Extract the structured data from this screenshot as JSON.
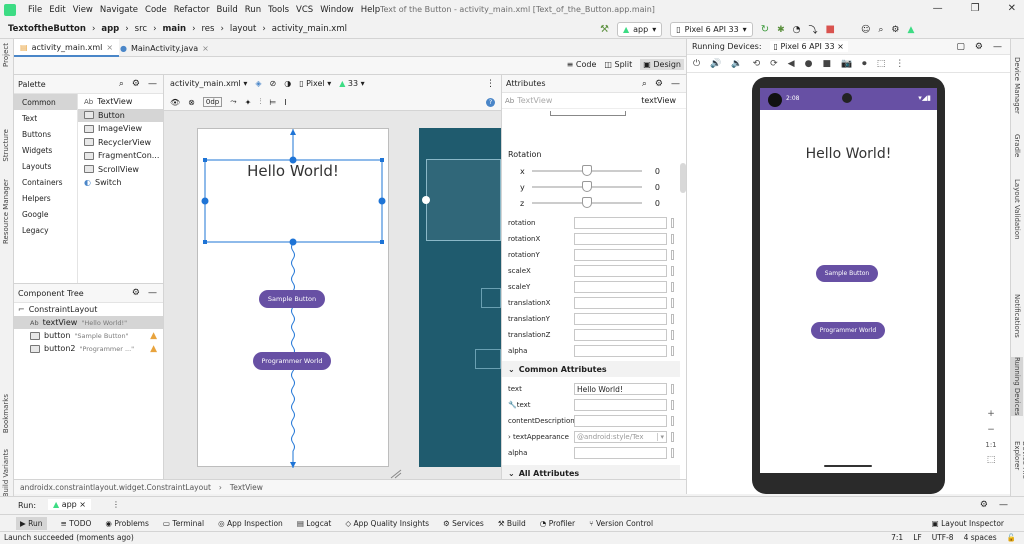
{
  "window": {
    "title": "Text of the Button - activity_main.xml [Text_of_the_Button.app.main]"
  },
  "menu": [
    "File",
    "Edit",
    "View",
    "Navigate",
    "Code",
    "Refactor",
    "Build",
    "Run",
    "Tools",
    "VCS",
    "Window",
    "Help"
  ],
  "breadcrumbs": [
    "TextoftheButton",
    "app",
    "src",
    "main",
    "res",
    "layout",
    "activity_main.xml"
  ],
  "toolbar": {
    "run_config": "app",
    "device": "Pixel 6 API 33"
  },
  "editor_tabs": [
    "activity_main.xml",
    "MainActivity.java"
  ],
  "view_modes": [
    "Code",
    "Split",
    "Design"
  ],
  "palette": {
    "title": "Palette",
    "categories": [
      "Common",
      "Text",
      "Buttons",
      "Widgets",
      "Layouts",
      "Containers",
      "Helpers",
      "Google",
      "Legacy"
    ],
    "items": [
      "TextView",
      "Button",
      "ImageView",
      "RecyclerView",
      "FragmentCon...",
      "ScrollView",
      "Switch"
    ]
  },
  "design_toolbar": {
    "file": "activity_main.xml",
    "device": "Pixel",
    "api": "33",
    "margin": "0dp"
  },
  "component_tree": {
    "title": "Component Tree",
    "root": "ConstraintLayout",
    "nodes": [
      {
        "type": "Ab",
        "id": "textView",
        "hint": "\"Hello World!\""
      },
      {
        "type": "btn",
        "id": "button",
        "hint": "\"Sample Button\""
      },
      {
        "type": "btn",
        "id": "button2",
        "hint": "\"Programmer ...\""
      }
    ]
  },
  "preview": {
    "hello": "Hello World!",
    "btn1": "Sample Button",
    "btn2": "Programmer World"
  },
  "attributes": {
    "title": "Attributes",
    "widget_hint": "TextView",
    "widget_id": "textView",
    "rotation_label": "Rotation",
    "axes": [
      "x",
      "y",
      "z"
    ],
    "axis_values": [
      "0",
      "0",
      "0"
    ],
    "transform_rows": [
      "rotation",
      "rotationX",
      "rotationY",
      "scaleX",
      "scaleY",
      "translationX",
      "translationY",
      "translationZ",
      "alpha"
    ],
    "common_title": "Common Attributes",
    "common": [
      {
        "label": "text",
        "value": "Hello World!"
      },
      {
        "label": "text",
        "value": ""
      },
      {
        "label": "contentDescription",
        "value": ""
      },
      {
        "label": "textAppearance",
        "value": "@android:style/Tex"
      },
      {
        "label": "alpha",
        "value": ""
      }
    ],
    "all_title": "All Attributes"
  },
  "status_crumb": [
    "androidx.constraintlayout.widget.ConstraintLayout",
    "TextView"
  ],
  "running": {
    "title": "Running Devices:",
    "device_tab": "Pixel 6 API 33",
    "time": "2:08",
    "hello": "Hello World!",
    "btn1": "Sample Button",
    "btn2": "Programmer World",
    "zoom_ratio": "1:1"
  },
  "run_bar": {
    "label": "Run:",
    "config": "app"
  },
  "bottom_tools": [
    "Run",
    "TODO",
    "Problems",
    "Terminal",
    "App Inspection",
    "Logcat",
    "App Quality Insights",
    "Services",
    "Build",
    "Profiler",
    "Version Control",
    "Layout Inspector"
  ],
  "status": {
    "message": "Launch succeeded (moments ago)",
    "position": "7:1",
    "line_sep": "LF",
    "encoding": "UTF-8",
    "indent": "4 spaces"
  },
  "left_tools": [
    "Project",
    "Structure",
    "Resource Manager",
    "Bookmarks",
    "Build Variants"
  ],
  "right_tools": [
    "Device Manager",
    "Gradle",
    "Layout Validation",
    "Notifications",
    "Running Devices",
    "Device File Explorer"
  ],
  "colors": {
    "accent": "#6750a4",
    "blueprint": "#1f5b6e",
    "selection": "#1e74d6"
  }
}
